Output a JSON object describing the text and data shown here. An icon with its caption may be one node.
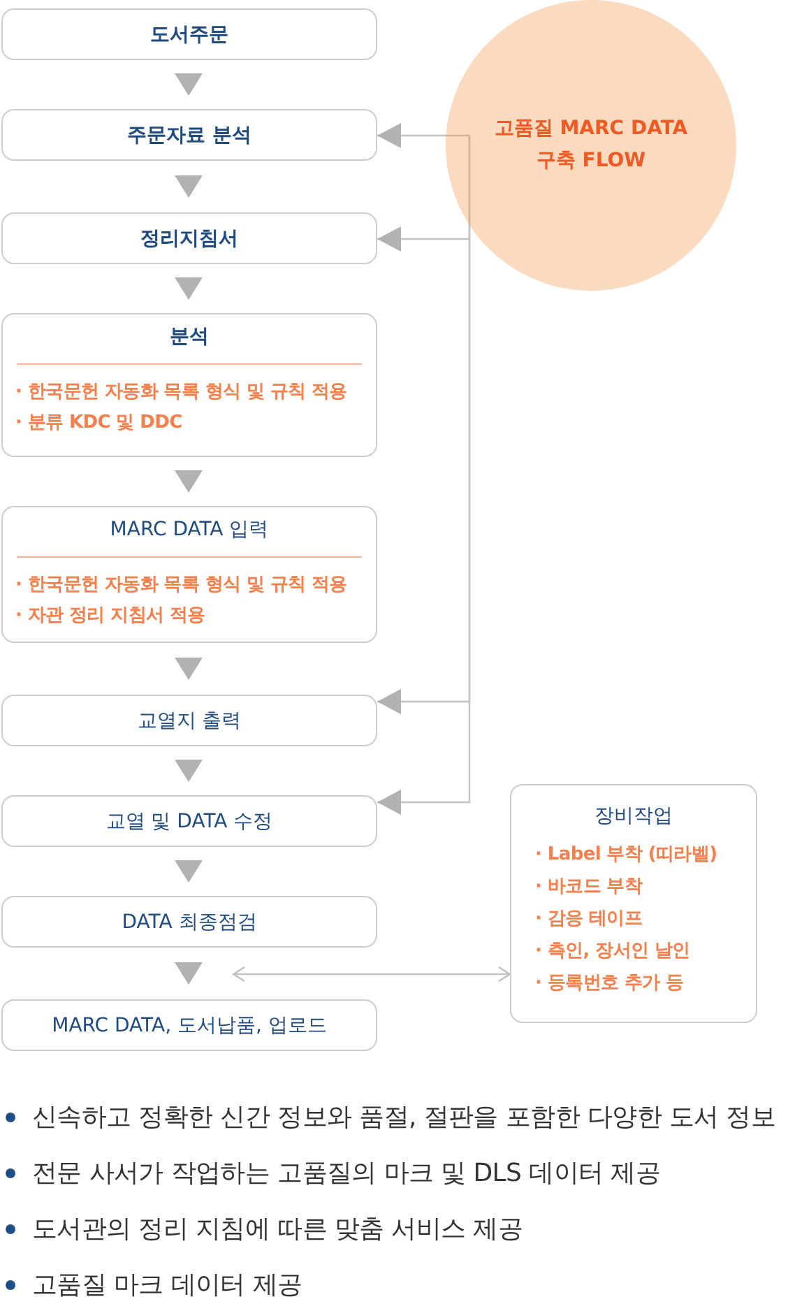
{
  "diagram": {
    "nodes": [
      {
        "text": [
          "도서주문"
        ]
      },
      {
        "text": [
          "주문자료 분석"
        ]
      },
      {
        "text": [
          "정리지침서"
        ]
      },
      {
        "text": [
          "분석",
          "· 한국문헌 자동화 목록 형식 및 규칙 적용",
          "· 분류 KDC 및 DDC"
        ]
      },
      {
        "text": [
          "MARC DATA 입력",
          "· 한국문헌 자동화 목록 형식 및 규칙 적용",
          "· 자관 정리 지침서 적용"
        ]
      },
      {
        "text": [
          "교열지 출력"
        ]
      },
      {
        "text": [
          "교열 및 DATA 수정"
        ]
      },
      {
        "text": [
          "DATA 최종점검"
        ]
      },
      {
        "text": [
          "MARC DATA, 도서납품, 업로드"
        ]
      },
      {
        "text": [
          "고품질 MARC DATA 구축 FLOW"
        ]
      },
      {
        "text": [
          "장비작업",
          "· Label 부착 (띠라벨)",
          "· 바코드 부착",
          "· 감응 테이프",
          "· 측인, 장서인 날인",
          "· 등록번호 추가 등"
        ]
      }
    ],
    "edges": [
      {
        "from": 0,
        "to": 1,
        "arrow": "to"
      },
      {
        "from": 1,
        "to": 2,
        "arrow": "to"
      },
      {
        "from": 2,
        "to": 3,
        "arrow": "to"
      },
      {
        "from": 3,
        "to": 4,
        "arrow": "to"
      },
      {
        "from": 4,
        "to": 5,
        "arrow": "to"
      },
      {
        "from": 5,
        "to": 6,
        "arrow": "to"
      },
      {
        "from": 6,
        "to": 7,
        "arrow": "to"
      },
      {
        "from": 7,
        "to": 8,
        "arrow": "to"
      },
      {
        "from": 9,
        "to": 1,
        "arrow": "to"
      },
      {
        "from": 9,
        "to": 2,
        "arrow": "to"
      },
      {
        "from": 9,
        "to": 5,
        "arrow": "to"
      },
      {
        "from": 9,
        "to": 6,
        "arrow": "to"
      },
      {
        "from": 7,
        "to": 10,
        "arrow": "both"
      }
    ],
    "labels": [
      "신속하고 정확한 신간 정보와 품절, 절판을 포함한 다양한 도서 정보",
      "전문 사서가 작업하는 고품질의 마크 및 DLS 데이터 제공",
      "도서관의 정리 지침에 따른 맞춤 서비스 제공",
      "고품질 마크 데이터 제공"
    ]
  }
}
